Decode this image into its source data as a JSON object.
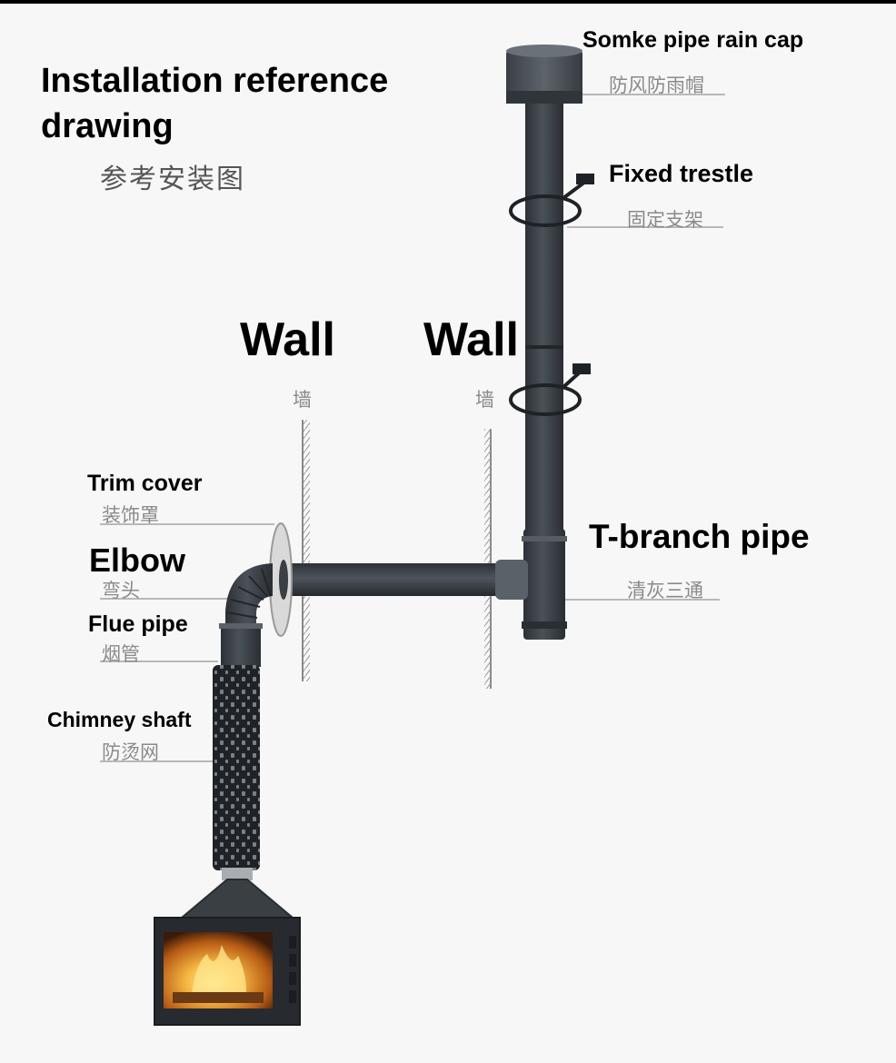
{
  "title": "Installation reference drawing",
  "title_cn": "参考安装图",
  "labels": {
    "rain_cap": {
      "en": "Somke pipe rain cap",
      "cn": "防风防雨帽"
    },
    "trestle": {
      "en": "Fixed trestle",
      "cn": "固定支架"
    },
    "wall_left": {
      "en": "Wall",
      "cn": "墙"
    },
    "wall_right": {
      "en": "Wall",
      "cn": "墙"
    },
    "trim_cover": {
      "en": "Trim cover",
      "cn": "装饰罩"
    },
    "elbow": {
      "en": "Elbow",
      "cn": "弯头"
    },
    "flue_pipe": {
      "en": "Flue pipe",
      "cn": "烟管"
    },
    "chimney_shaft": {
      "en": "Chimney shaft",
      "cn": "防烫网"
    },
    "t_branch": {
      "en": "T-branch pipe",
      "cn": "清灰三通"
    }
  },
  "colors": {
    "pipe": "#3f454b",
    "pipe_dark": "#2b2f34",
    "leader": "#b5b5b5",
    "fire": "#f2a22a"
  }
}
